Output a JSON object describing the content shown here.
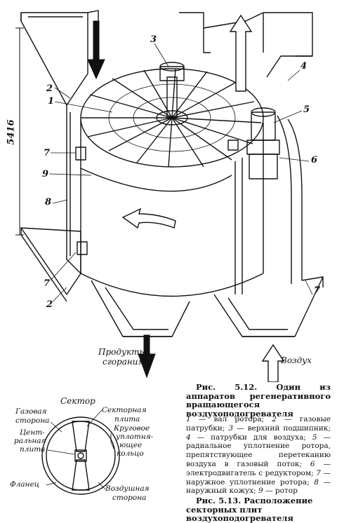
{
  "figure_5_12": {
    "labels": {
      "n1": "1",
      "n2a": "2",
      "n2b": "2",
      "n3": "3",
      "n4": "4",
      "n5": "5",
      "n6": "6",
      "n7a": "7",
      "n7b": "7",
      "n7c": "7",
      "n8": "8",
      "n9": "9",
      "height": "5416",
      "products": "Продукты сгорания",
      "products_l1": "Продукты",
      "products_l2": "сгорания",
      "air": "Воздух"
    },
    "caption_num": "Рис. 5.12.",
    "caption_text": "Один из аппаратов регенеративного вращающегося воздухоподогревателя",
    "legend": [
      {
        "n": "1",
        "t": "вал ротора;"
      },
      {
        "n": "2",
        "t": "газовые патрубки;"
      },
      {
        "n": "3",
        "t": "верхний подшипник;"
      },
      {
        "n": "4",
        "t": "патрубки для воздуха;"
      },
      {
        "n": "5",
        "t": "радиальное уплотнение ротора, препятствующее перетеканию воздуха в газовый поток;"
      },
      {
        "n": "6",
        "t": "электродвигатель с редуктором;"
      },
      {
        "n": "7",
        "t": "наружное уплотнение ротора;"
      },
      {
        "n": "8",
        "t": "наружный кожух;"
      },
      {
        "n": "9",
        "t": "ротор"
      }
    ]
  },
  "figure_5_13": {
    "labels": {
      "sector": "Сектор",
      "gas_side_1": "Газовая",
      "gas_side_2": "сторона",
      "sector_plate_1": "Секторная",
      "sector_plate_2": "плита",
      "central_plate_1": "Цент-",
      "central_plate_2": "ральная",
      "central_plate_3": "плита",
      "ring_1": "Круговое",
      "ring_2": "уплотня-",
      "ring_3": "ющее",
      "ring_4": "кольцо",
      "flange": "Фланец",
      "air_side_1": "Воздушная",
      "air_side_2": "сторона"
    },
    "caption_num": "Рис. 5.13.",
    "caption_text": "Расположение секторных плит воздухоподогревателя"
  }
}
